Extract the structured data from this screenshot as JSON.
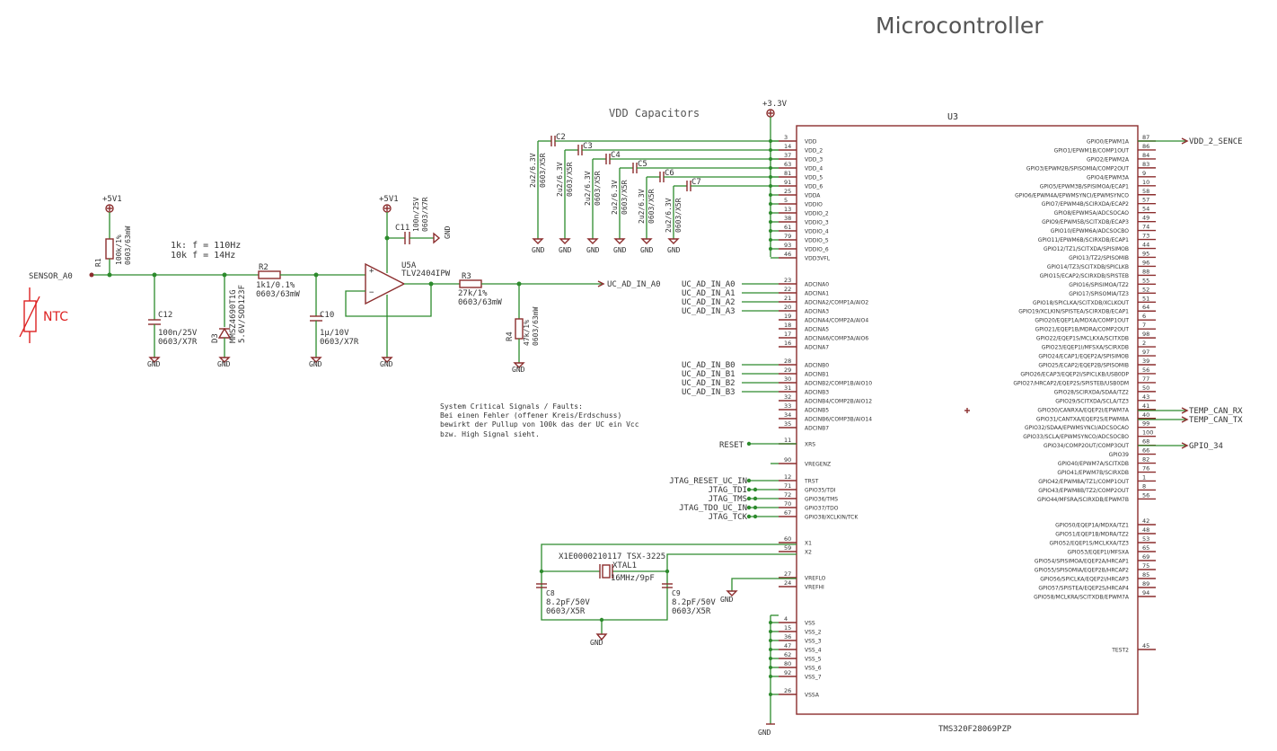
{
  "title": "Microcontroller",
  "mcu": {
    "ref": "U3",
    "part": "TMS320F28069PZP",
    "left_pins": [
      {
        "num": "3",
        "name": "VDD"
      },
      {
        "num": "14",
        "name": "VDD_2"
      },
      {
        "num": "37",
        "name": "VDD_3"
      },
      {
        "num": "63",
        "name": "VDD_4"
      },
      {
        "num": "81",
        "name": "VDD_5"
      },
      {
        "num": "91",
        "name": "VDD_6"
      },
      {
        "num": "25",
        "name": "VDDA"
      },
      {
        "num": "5",
        "name": "VDDIO"
      },
      {
        "num": "13",
        "name": "VDDIO_2"
      },
      {
        "num": "38",
        "name": "VDDIO_3"
      },
      {
        "num": "61",
        "name": "VDDIO_4"
      },
      {
        "num": "79",
        "name": "VDDIO_5"
      },
      {
        "num": "93",
        "name": "VDDIO_6"
      },
      {
        "num": "46",
        "name": "VDD3VFL"
      },
      {
        "num": "23",
        "name": "ADCINA0"
      },
      {
        "num": "22",
        "name": "ADCINA1"
      },
      {
        "num": "21",
        "name": "ADCINA2/COMP1A/AIO2"
      },
      {
        "num": "20",
        "name": "ADCINA3"
      },
      {
        "num": "19",
        "name": "ADCINA4/COMP2A/AIO4"
      },
      {
        "num": "18",
        "name": "ADCINA5"
      },
      {
        "num": "17",
        "name": "ADCINA6/COMP3A/AIO6"
      },
      {
        "num": "16",
        "name": "ADCINA7"
      },
      {
        "num": "28",
        "name": "ADCINB0"
      },
      {
        "num": "29",
        "name": "ADCINB1"
      },
      {
        "num": "30",
        "name": "ADCINB2/COMP1B/AIO10"
      },
      {
        "num": "31",
        "name": "ADCINB3"
      },
      {
        "num": "32",
        "name": "ADCINB4/COMP2B/AIO12"
      },
      {
        "num": "33",
        "name": "ADCINB5"
      },
      {
        "num": "34",
        "name": "ADCINB6/COMP3B/AIO14"
      },
      {
        "num": "35",
        "name": "ADCINB7"
      },
      {
        "num": "11",
        "name": "XRS"
      },
      {
        "num": "90",
        "name": "VREGENZ"
      },
      {
        "num": "12",
        "name": "TRST"
      },
      {
        "num": "71",
        "name": "GPIO35/TDI"
      },
      {
        "num": "72",
        "name": "GPIO36/TMS"
      },
      {
        "num": "70",
        "name": "GPIO37/TDO"
      },
      {
        "num": "67",
        "name": "GPIO38/XCLKIN/TCK"
      },
      {
        "num": "60",
        "name": "X1"
      },
      {
        "num": "59",
        "name": "X2"
      },
      {
        "num": "27",
        "name": "VREFLO"
      },
      {
        "num": "24",
        "name": "VREFHI"
      },
      {
        "num": "4",
        "name": "VSS"
      },
      {
        "num": "15",
        "name": "VSS_2"
      },
      {
        "num": "36",
        "name": "VSS_3"
      },
      {
        "num": "47",
        "name": "VSS_4"
      },
      {
        "num": "62",
        "name": "VSS_5"
      },
      {
        "num": "80",
        "name": "VSS_6"
      },
      {
        "num": "92",
        "name": "VSS_7"
      },
      {
        "num": "26",
        "name": "VSSA"
      }
    ],
    "right_pins": [
      {
        "num": "87",
        "name": "GPIO0/EPWM1A"
      },
      {
        "num": "86",
        "name": "GPIO1/EPWM1B/COMP1OUT"
      },
      {
        "num": "84",
        "name": "GPIO2/EPWM2A"
      },
      {
        "num": "83",
        "name": "GPIO3/EPWM2B/SPISOMIA/COMP2OUT"
      },
      {
        "num": "9",
        "name": "GPIO4/EPWM3A"
      },
      {
        "num": "10",
        "name": "GPIO5/EPWM3B/SPISIMOA/ECAP1"
      },
      {
        "num": "58",
        "name": "GPIO6/EPWM4A/EPWMSYNCI/EPWMSYNCO"
      },
      {
        "num": "57",
        "name": "GPIO7/EPWM4B/SCIRXDA/ECAP2"
      },
      {
        "num": "54",
        "name": "GPIO8/EPWM5A/ADCSOCAO"
      },
      {
        "num": "49",
        "name": "GPIO9/EPWM5B/SCITXDB/ECAP3"
      },
      {
        "num": "74",
        "name": "GPIO10/EPWM6A/ADCSOCBO"
      },
      {
        "num": "73",
        "name": "GPIO11/EPWM6B/SCIRXDB/ECAP1"
      },
      {
        "num": "44",
        "name": "GPIO12/TZ1/SCITXDA/SPISIMOB"
      },
      {
        "num": "95",
        "name": "GPIO13/TZ2/SPISOMIB"
      },
      {
        "num": "96",
        "name": "GPIO14/TZ3/SCITXDB/SPICLKB"
      },
      {
        "num": "88",
        "name": "GPIO15/ECAP2/SCIRXDB/SPISTEB"
      },
      {
        "num": "55",
        "name": "GPIO16/SPISIMOA/TZ2"
      },
      {
        "num": "52",
        "name": "GPIO17/SPISOMIA/TZ3"
      },
      {
        "num": "51",
        "name": "GPIO18/SPICLKA/SCITXDB/XCLKOUT"
      },
      {
        "num": "64",
        "name": "GPIO19/XCLKIN/SPISTEA/SCIRXDB/ECAP1"
      },
      {
        "num": "6",
        "name": "GPIO20/EQEP1A/MDXA/COMP1OUT"
      },
      {
        "num": "7",
        "name": "GPIO21/EQEP1B/MDRA/COMP2OUT"
      },
      {
        "num": "98",
        "name": "GPIO22/EQEP1S/MCLKXA/SCITXDB"
      },
      {
        "num": "2",
        "name": "GPIO23/EQEP1I/MFSXA/SCIRXDB"
      },
      {
        "num": "97",
        "name": "GPIO24/ECAP1/EQEP2A/SPISIMOB"
      },
      {
        "num": "39",
        "name": "GPIO25/ECAP2/EQEP2B/SPISOMIB"
      },
      {
        "num": "56",
        "name": "GPIO26/ECAP3/EQEP2I/SPICLKB/USB0DP"
      },
      {
        "num": "77",
        "name": "GPIO27/HRCAP2/EQEP2S/SPISTEB/USB0DM"
      },
      {
        "num": "50",
        "name": "GPIO28/SCIRXDA/SDAA/TZ2"
      },
      {
        "num": "43",
        "name": "GPIO29/SCITXDA/SCLA/TZ3"
      },
      {
        "num": "41",
        "name": "GPIO30/CANRXA/EQEP2I/EPWM7A"
      },
      {
        "num": "40",
        "name": "GPIO31/CANTXA/EQEP2S/EPWM8A"
      },
      {
        "num": "99",
        "name": "GPIO32/SDAA/EPWMSYNCI/ADCSOCAO"
      },
      {
        "num": "100",
        "name": "GPIO33/SCLA/EPWMSYNCO/ADCSOCBO"
      },
      {
        "num": "68",
        "name": "GPIO34/COMP2OUT/COMP3OUT"
      },
      {
        "num": "66",
        "name": "GPIO39"
      },
      {
        "num": "82",
        "name": "GPIO40/EPWM7A/SCITXDB"
      },
      {
        "num": "76",
        "name": "GPIO41/EPWM7B/SCIRXDB"
      },
      {
        "num": "1",
        "name": "GPIO42/EPWM8A/TZ1/COMP1OUT"
      },
      {
        "num": "8",
        "name": "GPIO43/EPWM8B/TZ2/COMP2OUT"
      },
      {
        "num": "56",
        "name": "GPIO44/MFSRA/SCIRXDB/EPWM7B"
      },
      {
        "num": "42",
        "name": "GPIO50/EQEP1A/MDXA/TZ1"
      },
      {
        "num": "48",
        "name": "GPIO51/EQEP1B/MDRA/TZ2"
      },
      {
        "num": "53",
        "name": "GPIO52/EQEP1S/MCLKXA/TZ3"
      },
      {
        "num": "65",
        "name": "GPIO53/EQEP1I/MFSXA"
      },
      {
        "num": "69",
        "name": "GPIO54/SPISIMOA/EQEP2A/HRCAP1"
      },
      {
        "num": "75",
        "name": "GPIO55/SPISOMIA/EQEP2B/HRCAP2"
      },
      {
        "num": "85",
        "name": "GPIO56/SPICLKA/EQEP2I/HRCAP3"
      },
      {
        "num": "89",
        "name": "GPIO57/SPISTEA/EQEP2S/HRCAP4"
      },
      {
        "num": "94",
        "name": "GPIO58/MCLKRA/SCITXDB/EPWM7A"
      },
      {
        "num": "45",
        "name": "TEST2"
      }
    ]
  },
  "nets": {
    "vdd_2_sence": "VDD_2_SENCE",
    "temp_can_rx": "TEMP_CAN_RX",
    "temp_can_tx": "TEMP_CAN_TX",
    "gpio_34": "GPIO_34",
    "reset": "RESET",
    "jtag": [
      "JTAG_RESET_UC_IN",
      "JTAG_TDI",
      "JTAG_TMS",
      "JTAG_TDO_UC_IN",
      "JTAG_TCK"
    ],
    "uc_ad_in_a": [
      "UC_AD_IN_A0",
      "UC_AD_IN_A1",
      "UC_AD_IN_A2",
      "UC_AD_IN_A3"
    ],
    "uc_ad_in_b": [
      "UC_AD_IN_B0",
      "UC_AD_IN_B1",
      "UC_AD_IN_B2",
      "UC_AD_IN_B3"
    ],
    "uc_ad_in_a0": "UC_AD_IN_A0",
    "sensor": "SENSOR_A0",
    "p33": "+3.3V",
    "p5v1": "+5V1",
    "gnd": "GND"
  },
  "vdd_caps": {
    "label": "VDD Capacitors",
    "refs": [
      "C2",
      "C3",
      "C4",
      "C5",
      "C6",
      "C7"
    ],
    "value": "2u2/6.3V",
    "pkg": "0603/X5R"
  },
  "analog": {
    "r1": {
      "ref": "R1",
      "value": "100k/1%",
      "pkg": "0603/63mW"
    },
    "r2": {
      "ref": "R2",
      "value": "1k1/0.1%",
      "pkg": "0603/63mW"
    },
    "r3": {
      "ref": "R3",
      "value": "27k/1%",
      "pkg": "0603/63mW"
    },
    "r4": {
      "ref": "R4",
      "value": "47k/1%",
      "pkg": "0603/63mW"
    },
    "c12": {
      "ref": "C12",
      "value": "100n/25V",
      "pkg": "0603/X7R"
    },
    "c10": {
      "ref": "C10",
      "value": "1µ/10V",
      "pkg": "0603/X7R"
    },
    "c11": {
      "ref": "C11",
      "value": "100n/25V",
      "pkg": "0603/X7R"
    },
    "d3": {
      "ref": "D3",
      "value": "MMSZ4690T1G",
      "pkg": "5.6V/SOD123F"
    },
    "opamp": {
      "ref": "U5A",
      "value": "TLV2404IPW"
    },
    "filter_note_1": "1k:  f = 110Hz",
    "filter_note_2": "10k  f = 14Hz",
    "ntc": "NTC"
  },
  "crystal": {
    "part1": "X1E0000210117 TSX-3225",
    "ref": "XTAL1",
    "freq": "16MHz/9pF",
    "c8": {
      "ref": "C8",
      "value": "8.2pF/50V",
      "pkg": "0603/X5R"
    },
    "c9": {
      "ref": "C9",
      "value": "8.2pF/50V",
      "pkg": "0603/X5R"
    }
  },
  "note": {
    "lines": [
      "System Critical Signals / Faults:",
      "Bei einen Fehler (offener Kreis/Erdschuss)",
      "bewirkt der Pullup von 100k das der UC ein Vcc",
      "bzw. High Signal sieht."
    ]
  },
  "colors": {
    "symbol": "#8b2d2d",
    "wire": "#2d8b2d",
    "ntc": "#dd2222",
    "text": "#333333"
  }
}
